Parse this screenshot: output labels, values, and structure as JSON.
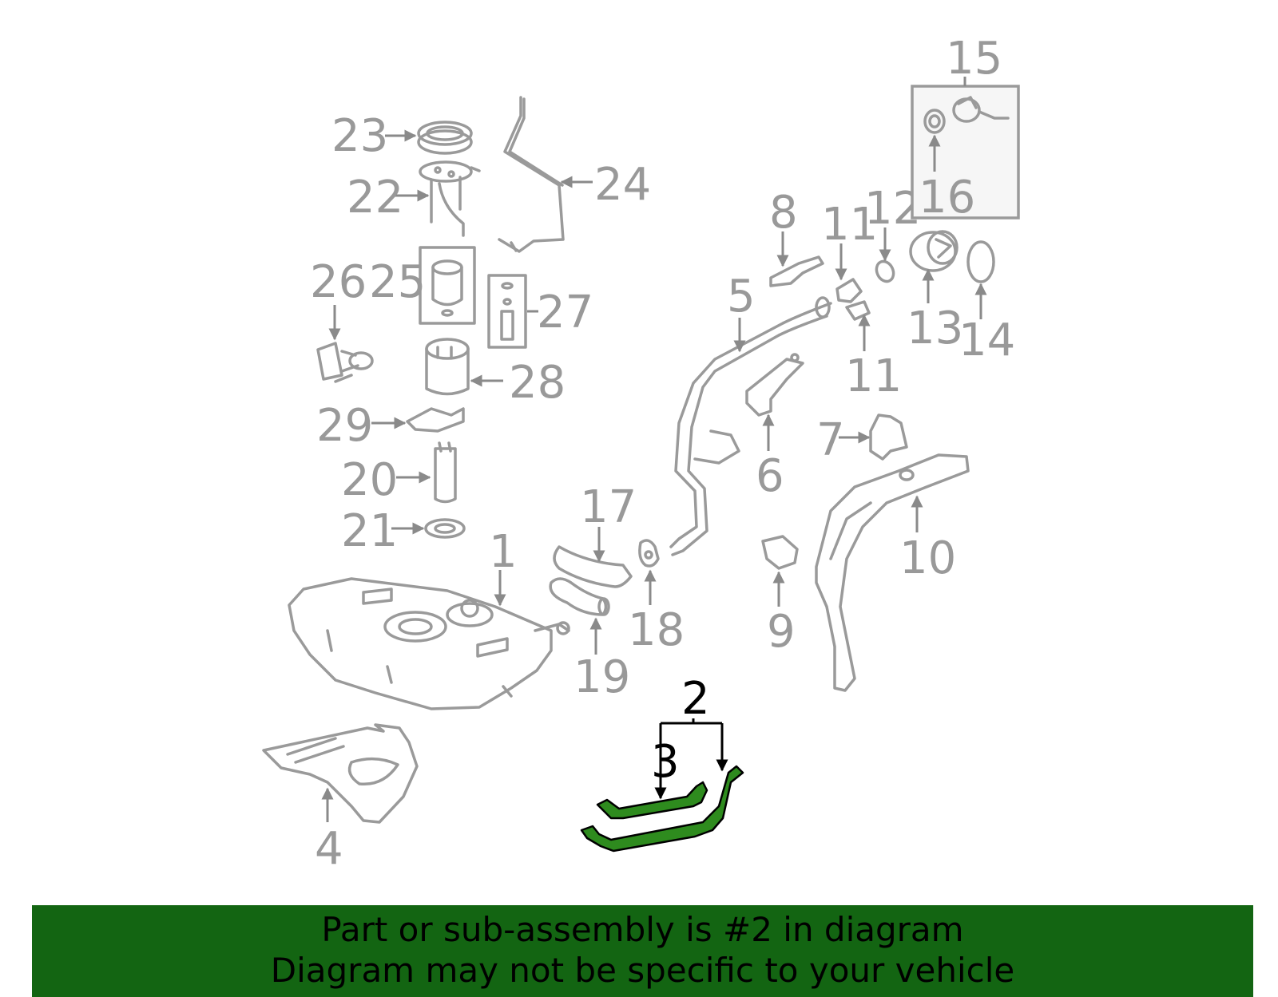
{
  "banner": {
    "line1": "Part or sub-assembly is #2 in diagram",
    "line2": "Diagram may not be specific to your vehicle"
  },
  "highlight_color": "#2e8b1e",
  "banner_color": "#136512",
  "labels": {
    "l1": "1",
    "l2": "2",
    "l3": "3",
    "l4": "4",
    "l5": "5",
    "l6": "6",
    "l7": "7",
    "l8": "8",
    "l9": "9",
    "l10": "10",
    "l11a": "11",
    "l11b": "11",
    "l12": "12",
    "l13": "13",
    "l14": "14",
    "l15": "15",
    "l16": "16",
    "l17": "17",
    "l18": "18",
    "l19": "19",
    "l20": "20",
    "l21": "21",
    "l22": "22",
    "l23": "23",
    "l24": "24",
    "l25": "25",
    "l26": "26",
    "l27": "27",
    "l28": "28",
    "l29": "29"
  }
}
